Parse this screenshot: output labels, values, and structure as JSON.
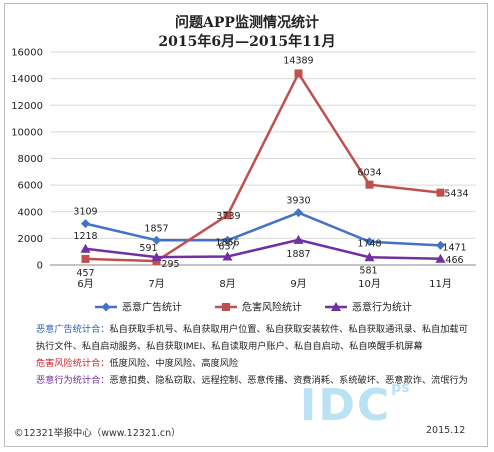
{
  "chart_data": {
    "type": "line",
    "title_line1": "问题APP监测情况统计",
    "title_line2": "2015年6月—2015年11月",
    "categories": [
      "6月",
      "7月",
      "8月",
      "9月",
      "10月",
      "11月"
    ],
    "ylim": [
      0,
      16000
    ],
    "yticks": [
      0,
      2000,
      4000,
      6000,
      8000,
      10000,
      12000,
      14000,
      16000
    ],
    "grid": true,
    "legend_position": "bottom",
    "series": [
      {
        "name": "恶意广告统计",
        "color": "#4472c4",
        "marker": "diamond",
        "values": [
          3109,
          1857,
          1856,
          3930,
          1748,
          1471
        ],
        "labels": [
          "3109",
          "1857",
          "1856",
          "3930",
          "1748",
          "1471"
        ]
      },
      {
        "name": "危害风险统计",
        "color": "#c0504d",
        "marker": "square",
        "values": [
          457,
          295,
          3739,
          14389,
          6034,
          5434
        ],
        "labels": [
          "457",
          "295",
          "3739",
          "14389",
          "6034",
          "5434"
        ]
      },
      {
        "name": "恶意行为统计",
        "color": "#7030a0",
        "marker": "triangle",
        "values": [
          1218,
          591,
          637,
          1887,
          581,
          466
        ],
        "labels": [
          "1218",
          "591",
          "637",
          "1887",
          "581",
          "466"
        ]
      }
    ]
  },
  "notes": [
    {
      "label": "恶意广告统计合：",
      "label_color": "#2c5fb8",
      "text": "私自获取手机号、私自获取用户位置、私自获取安装软件、私自获取通讯录、私自加载可执行文件、私自启动服务、私自获取IMEI、私自读取用户账户、私自自启动、私自唤醒手机屏幕"
    },
    {
      "label": "危害风险统计合：",
      "label_color": "#d0232b",
      "text": "低度风险、中度风险、高度风险"
    },
    {
      "label": "恶意行为统计合：",
      "label_color": "#7030a0",
      "text": "恶意扣费、隐私窃取、远程控制、恶意传播、资费消耗、系统破坏、恶意欺诈、流氓行为"
    }
  ],
  "footer": {
    "copyright": "©12321举报中心（www.12321.cn）",
    "date": "2015.12"
  },
  "watermark": {
    "main": "IDC",
    "sub": "ps"
  }
}
